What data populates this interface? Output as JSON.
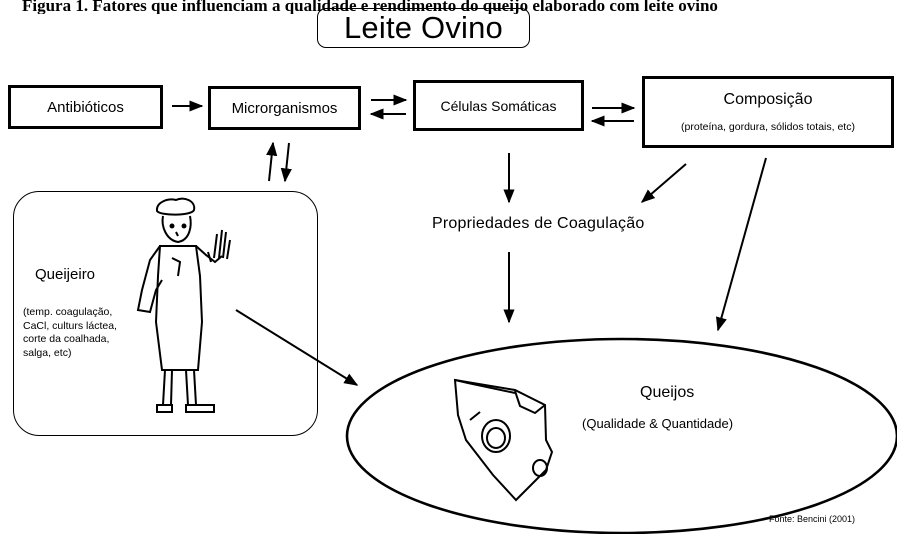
{
  "caption": "Figura 1. Fatores que influenciam a qualidade e rendimento do queijo elaborado com leite ovino",
  "title": "Leite Ovino",
  "nodes": {
    "antibioticos": "Antibióticos",
    "microrganismos": "Microrganismos",
    "celulas": "Células Somáticas",
    "composicao": "Composição",
    "composicao_detail": "(proteína, gordura, sólidos totais, etc)",
    "coagulacao": "Propriedades de Coagulação",
    "queijeiro": "Queijeiro",
    "queijeiro_detail": [
      "(temp. coagulação,",
      "CaCl, culturs láctea,",
      "corte da coalhada,",
      "salga, etc)"
    ],
    "queijos": "Queijos",
    "queijos_detail": "(Qualidade & Quantidade)"
  },
  "source": "Fonte: Bencini (2001)"
}
